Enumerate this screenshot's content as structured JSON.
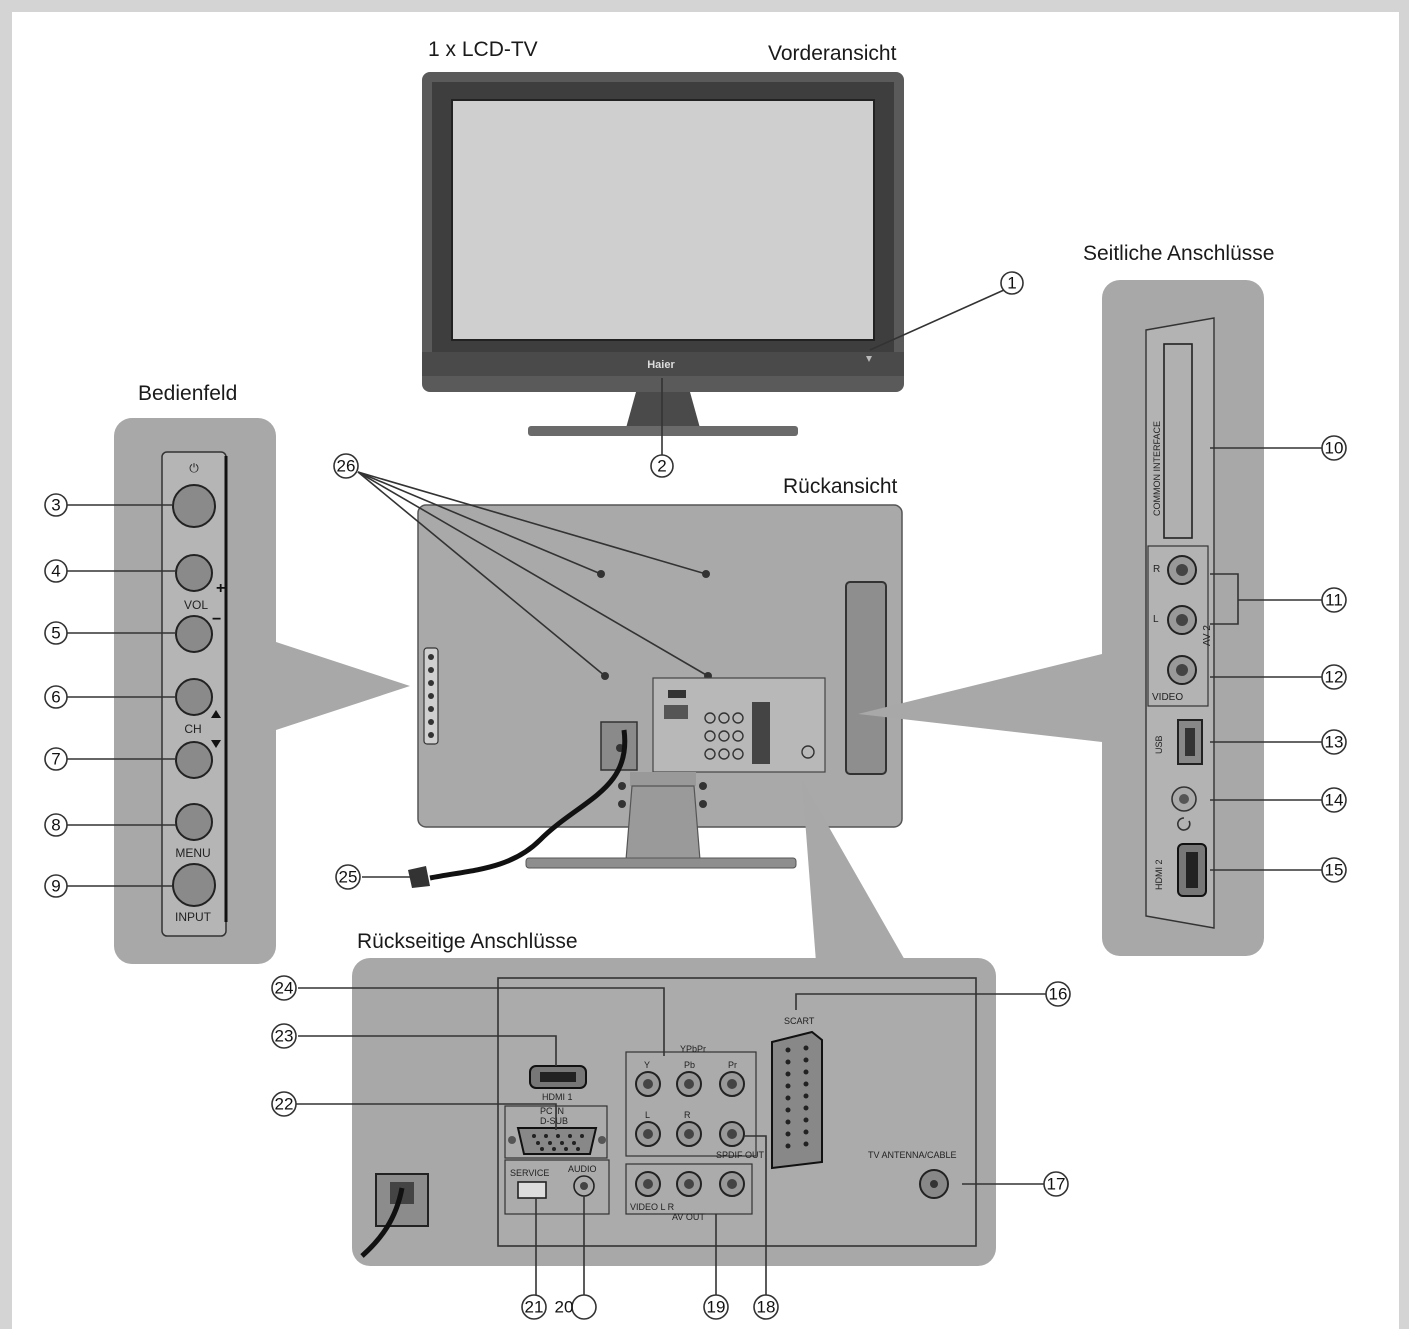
{
  "headings": {
    "tv_title": "1 x LCD-TV",
    "front_view": "Vorderansicht",
    "side_ports": "Seitliche Anschlüsse",
    "control_panel": "Bedienfeld",
    "rear_view": "Rückansicht",
    "rear_ports": "Rückseitige Anschlüsse"
  },
  "brand": "Haier",
  "control_labels": {
    "power": "⏻",
    "vol": "VOL",
    "plus": "+",
    "minus": "−",
    "ch": "CH",
    "menu": "MENU",
    "input": "INPUT"
  },
  "side_labels": {
    "common_interface": "COMMON INTERFACE",
    "r": "R",
    "l": "L",
    "av2": "AV 2",
    "video": "VIDEO",
    "usb": "USB",
    "hdmi2": "HDMI 2"
  },
  "rear_labels": {
    "scart": "SCART",
    "ypbpr": "YPbPr",
    "y": "Y",
    "pb": "Pb",
    "pr": "Pr",
    "l": "L",
    "r": "R",
    "hdmi1": "HDMI 1",
    "pc_in": "PC IN",
    "dsub": "D-SUB",
    "service": "SERVICE",
    "audio": "AUDIO",
    "spdif_out": "SPDIF OUT",
    "video_lr": "VIDEO L R",
    "av_out": "AV OUT",
    "tv_antenna": "TV ANTENNA/CABLE"
  },
  "callouts": [
    "1",
    "2",
    "3",
    "4",
    "5",
    "6",
    "7",
    "8",
    "9",
    "10",
    "11",
    "12",
    "13",
    "14",
    "15",
    "16",
    "17",
    "18",
    "19",
    "20",
    "21",
    "22",
    "23",
    "24",
    "25",
    "26"
  ]
}
